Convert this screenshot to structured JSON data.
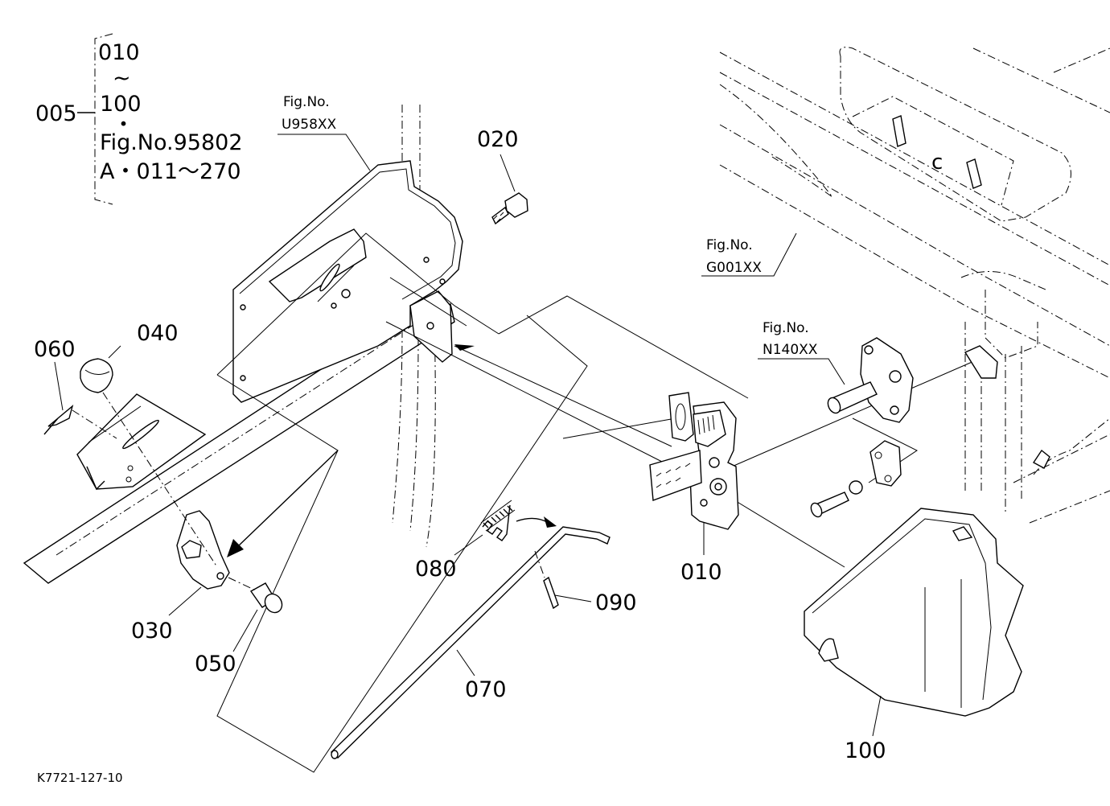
{
  "assembly": {
    "ref": "005",
    "range_start": "010",
    "tilde": "~",
    "range_end": "100",
    "dot": "・",
    "fig_ref": "Fig.No.95802",
    "serial_range": "A・011～270"
  },
  "figure_refs": [
    {
      "line1": "Fig.No.",
      "line2": "U958XX"
    },
    {
      "line1": "Fig.No.",
      "line2": "G001XX"
    },
    {
      "line1": "Fig.No.",
      "line2": "N140XX"
    }
  ],
  "callouts": {
    "p010": "010",
    "p020": "020",
    "p030": "030",
    "p040": "040",
    "p050": "050",
    "p060": "060",
    "p070": "070",
    "p080": "080",
    "p090": "090",
    "p100": "100"
  },
  "drawing_number": "K7721-127-10"
}
